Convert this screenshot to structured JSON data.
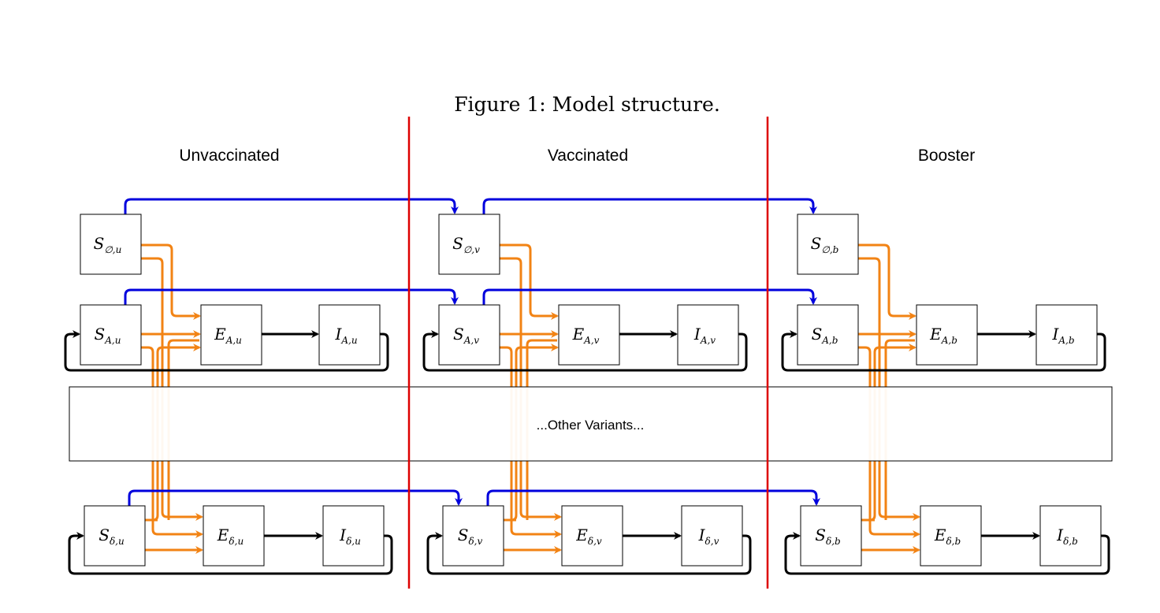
{
  "caption": "Figure 1: Model structure.",
  "columns": [
    {
      "id": "u",
      "title": "Unvaccinated"
    },
    {
      "id": "v",
      "title": "Vaccinated"
    },
    {
      "id": "b",
      "title": "Booster"
    }
  ],
  "compartments": {
    "u": [
      {
        "id": "S0u",
        "main": "S",
        "sub": "∅,u"
      },
      {
        "id": "SAu",
        "main": "S",
        "sub": "A,u"
      },
      {
        "id": "EAu",
        "main": "E",
        "sub": "A,u"
      },
      {
        "id": "IAu",
        "main": "I",
        "sub": "A,u"
      },
      {
        "id": "SDu",
        "main": "S",
        "sub": "δ,u"
      },
      {
        "id": "EDu",
        "main": "E",
        "sub": "δ,u"
      },
      {
        "id": "IDu",
        "main": "I",
        "sub": "δ,u"
      }
    ],
    "v": [
      {
        "id": "S0v",
        "main": "S",
        "sub": "∅,v"
      },
      {
        "id": "SAv",
        "main": "S",
        "sub": "A,v"
      },
      {
        "id": "EAv",
        "main": "E",
        "sub": "A,v"
      },
      {
        "id": "IAv",
        "main": "I",
        "sub": "A,v"
      },
      {
        "id": "SDv",
        "main": "S",
        "sub": "δ,v"
      },
      {
        "id": "EDv",
        "main": "E",
        "sub": "δ,v"
      },
      {
        "id": "IDv",
        "main": "I",
        "sub": "δ,v"
      }
    ],
    "b": [
      {
        "id": "S0b",
        "main": "S",
        "sub": "∅,b"
      },
      {
        "id": "SAb",
        "main": "S",
        "sub": "A,b"
      },
      {
        "id": "EAb",
        "main": "E",
        "sub": "A,b"
      },
      {
        "id": "IAb",
        "main": "I",
        "sub": "A,b"
      },
      {
        "id": "SDb",
        "main": "S",
        "sub": "δ,b"
      },
      {
        "id": "EDb",
        "main": "E",
        "sub": "δ,b"
      },
      {
        "id": "IDb",
        "main": "I",
        "sub": "δ,b"
      }
    ]
  },
  "band_label": "...Other Variants...",
  "colors": {
    "vaccination": "#0000dd",
    "infection": "#f28314",
    "progression": "#000000",
    "divider": "#dd0000"
  }
}
